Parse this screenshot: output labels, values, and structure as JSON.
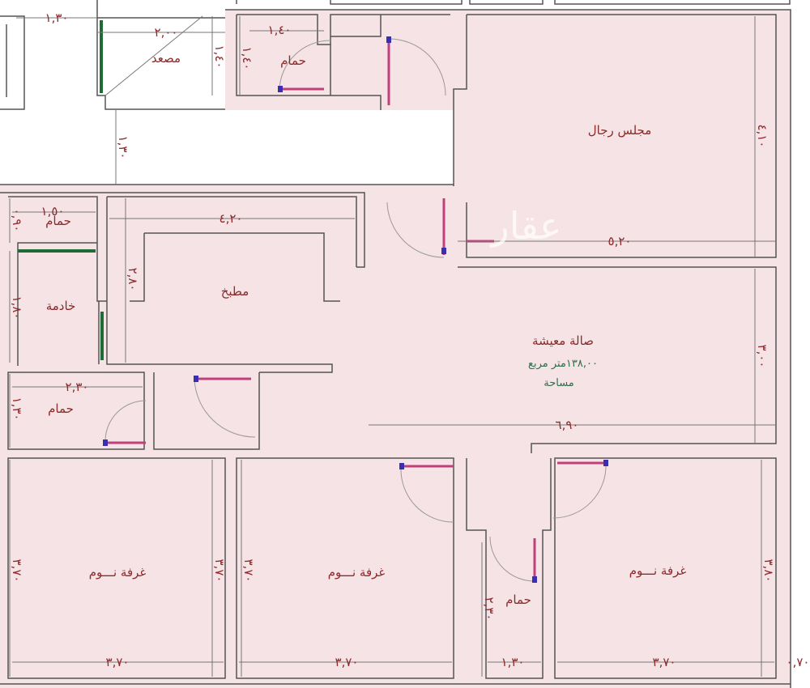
{
  "watermark": "عقار",
  "rooms": {
    "elevator": "مصعد",
    "bath_top": "حمام",
    "majlis": "مجلس رجال",
    "bath_left": "حمام",
    "kitchen": "مطبخ",
    "maid": "خادمة",
    "living": "صالة معيشة",
    "bath_mid": "حمام",
    "bed1": "غرفة نـــوم",
    "bed2": "غرفة نـــوم",
    "bed3": "غرفة نـــوم",
    "bath_small": "حمام"
  },
  "area": {
    "value": "١٣٨,٠٠متر مربع",
    "label": "مساحة"
  },
  "dims": {
    "d_top_left": "١,٣٠",
    "d_elev_w": "٢,٠٠",
    "d_elev_h": "١,٤٠",
    "d_bath_w": "١,٤٠",
    "d_bath_h": "١,٤٠",
    "d_corr": "١,٣٠",
    "d_majlis_h": "٤,١٠",
    "d_majlis_w": "٥,٢٠",
    "d_bathl_w": "١,٥٠",
    "d_bathl_h": "٠,٩٠",
    "d_kitchen_w": "٤,٢٠",
    "d_kitchen_h": "٢,٨٠",
    "d_maid_h": "١,٨٠",
    "d_living_h": "٣,٠٠",
    "d_living_w": "٦,٩٠",
    "d_bathm_w": "٢,٣٠",
    "d_bathm_h": "١,٣٠",
    "d_bed1_h": "٣,٧٠",
    "d_bed2_h": "٣,٧٠",
    "d_bed3_h": "٣,٨٠",
    "d_bed1_w": "٣,٧٠",
    "d_bed2_w": "٣,٧٠",
    "d_bed3_w": "٣,٧٠",
    "d_bs_h": "٢,٣٠",
    "d_bs_w": "١,٣٠",
    "d_edge": "٠,٧٠"
  }
}
